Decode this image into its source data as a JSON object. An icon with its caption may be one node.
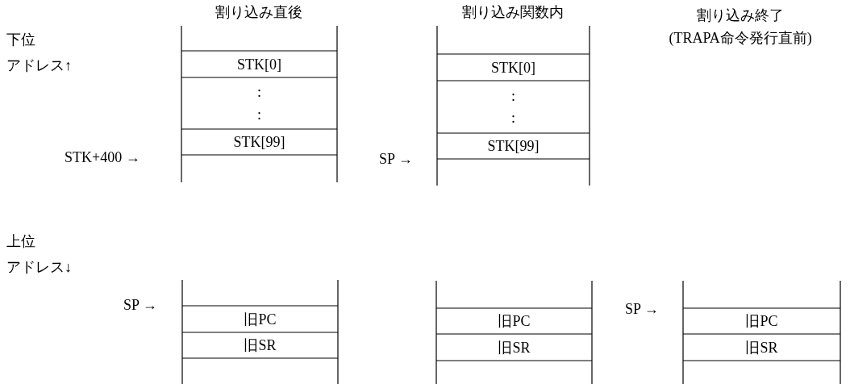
{
  "diagram": {
    "nodes": [
      {
        "text": [
          "STK[0]"
        ]
      },
      {
        "text": [
          ":",
          ":"
        ]
      },
      {
        "text": [
          "STK[99]"
        ]
      },
      {
        "text": [
          "STK[0]"
        ]
      },
      {
        "text": [
          ":",
          ":"
        ]
      },
      {
        "text": [
          "STK[99]"
        ]
      },
      {
        "text": [
          "旧PC"
        ]
      },
      {
        "text": [
          "旧SR"
        ]
      },
      {
        "text": [
          "旧PC"
        ]
      },
      {
        "text": [
          "旧SR"
        ]
      },
      {
        "text": [
          "旧PC"
        ]
      },
      {
        "text": [
          "旧SR"
        ]
      }
    ],
    "edges": [],
    "labels": [
      "割り込み直後",
      "割り込み関数内",
      "割り込み終了",
      "下位",
      "(TRAPA命令発行直前)",
      "アドレス↑",
      "STK+400 →",
      "SP →",
      "上位",
      "アドレス↓",
      "SP →",
      "SP →"
    ]
  }
}
